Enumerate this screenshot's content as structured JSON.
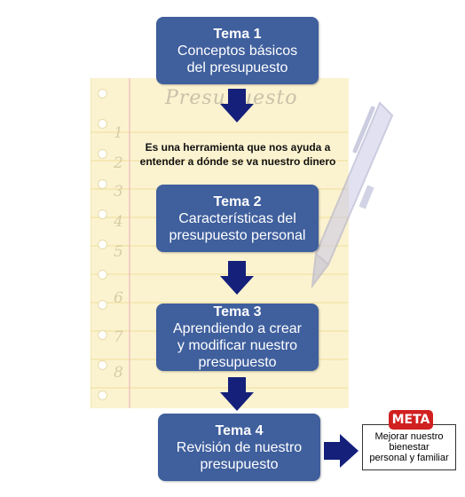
{
  "background": {
    "title": "Presupuesto",
    "line_numbers": [
      "1",
      "2",
      "3",
      "4",
      "5",
      "6",
      "7",
      "8"
    ]
  },
  "topics": [
    {
      "title": "Tema 1",
      "lines": [
        "Conceptos básicos",
        "del presupuesto"
      ]
    },
    {
      "title": "Tema 2",
      "lines": [
        "Características del",
        "presupuesto personal"
      ]
    },
    {
      "title": "Tema 3",
      "lines": [
        "Aprendiendo a crear",
        "y modificar nuestro",
        "presupuesto"
      ]
    },
    {
      "title": "Tema 4",
      "lines": [
        "Revisión de nuestro",
        "presupuesto"
      ]
    }
  ],
  "definition": [
    "Es una herramienta que nos ayuda a",
    "entender a dónde se va nuestro dinero"
  ],
  "goal": {
    "badge": "META",
    "lines": [
      "Mejorar nuestro",
      "bienestar",
      "personal y familiar"
    ]
  },
  "colors": {
    "box": "#3f5f9d",
    "arrow": "#14207a",
    "badge": "#d0201f",
    "notepad": "#fbf2c8"
  }
}
